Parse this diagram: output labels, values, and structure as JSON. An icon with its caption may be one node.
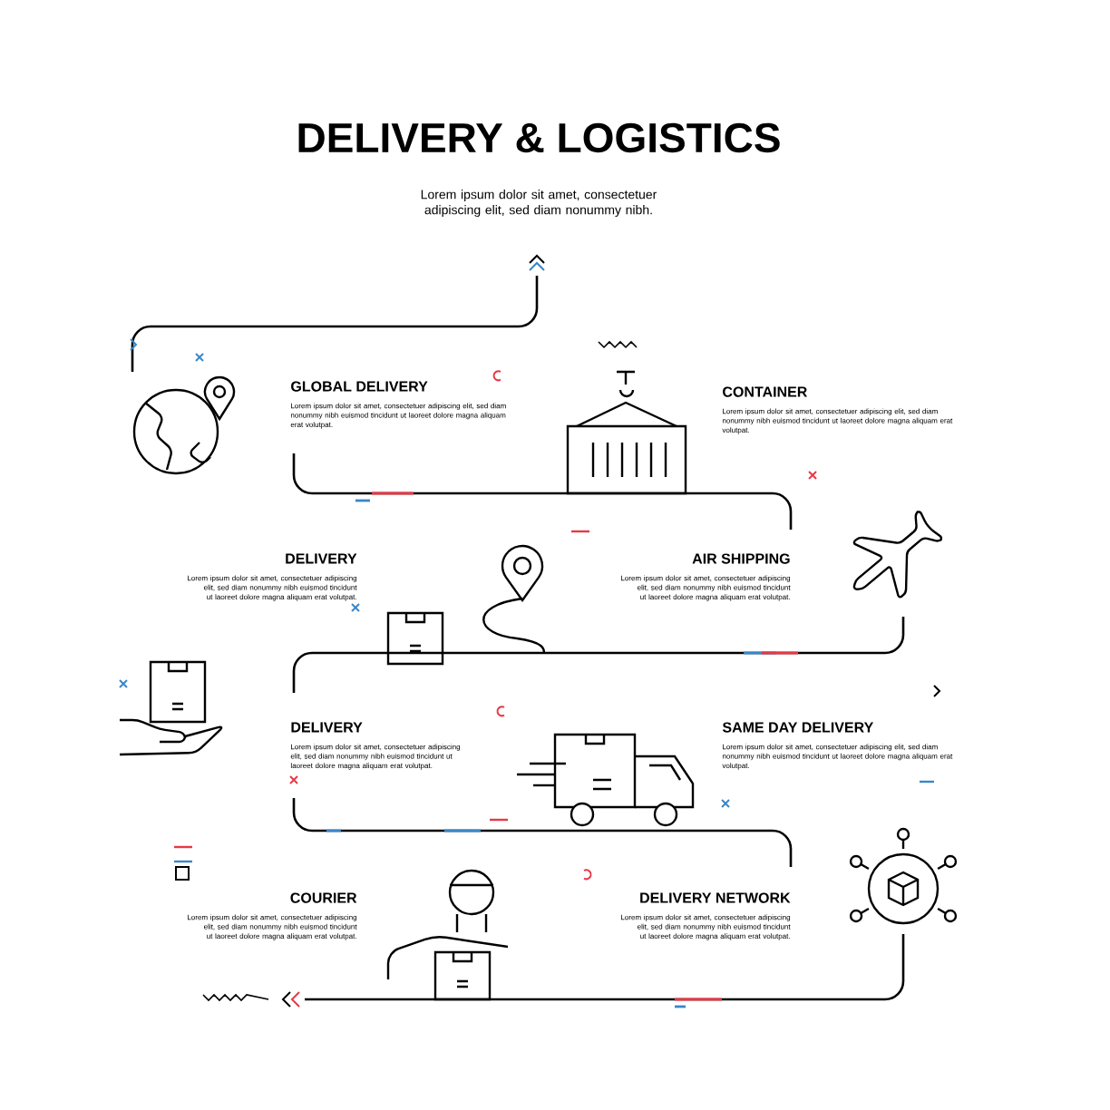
{
  "diagram": {
    "title": "DELIVERY & LOGISTICS",
    "labels": [
      "Lorem ipsum dolor sit amet, consectetuer adipiscing elit, sed diam nonummy nibh.",
      "GLOBAL DELIVERY",
      "Lorem ipsum dolor sit amet, consectetuer adipiscing elit, sed diam nonummy nibh euismod tincidunt ut laoreet dolore magna aliquam erat volutpat.",
      "CONTAINER",
      "Lorem ipsum dolor sit amet, consectetuer adipiscing elit, sed diam nonummy nibh euismod tincidunt ut laoreet dolore magna aliquam erat volutpat.",
      "DELIVERY",
      "Lorem ipsum dolor sit amet, consectetuer adipiscing elit, sed diam nonummy nibh euismod tincidunt ut laoreet dolore magna aliquam erat volutpat.",
      "AIR SHIPPING",
      "Lorem ipsum dolor sit amet, consectetuer adipiscing elit, sed diam nonummy nibh euismod tincidunt ut laoreet dolore magna aliquam erat volutpat.",
      "DELIVERY",
      "Lorem ipsum dolor sit amet, consectetuer adipiscing elit, sed diam nonummy nibh euismod tincidunt ut laoreet dolore magna aliquam erat volutpat.",
      "SAME DAY DELIVERY",
      "Lorem ipsum dolor sit amet, consectetuer adipiscing elit, sed diam nonummy nibh euismod tincidunt ut laoreet dolore magna aliquam erat volutpat.",
      "COURIER",
      "Lorem ipsum dolor sit amet, consectetuer adipiscing elit, sed diam nonummy nibh euismod tincidunt ut laoreet dolore magna aliquam erat volutpat.",
      "DELIVERY NETWORK",
      "Lorem ipsum dolor sit amet, consectetuer adipiscing elit, sed diam nonummy nibh euismod tincidunt ut laoreet dolore magna aliquam erat volutpat."
    ]
  }
}
